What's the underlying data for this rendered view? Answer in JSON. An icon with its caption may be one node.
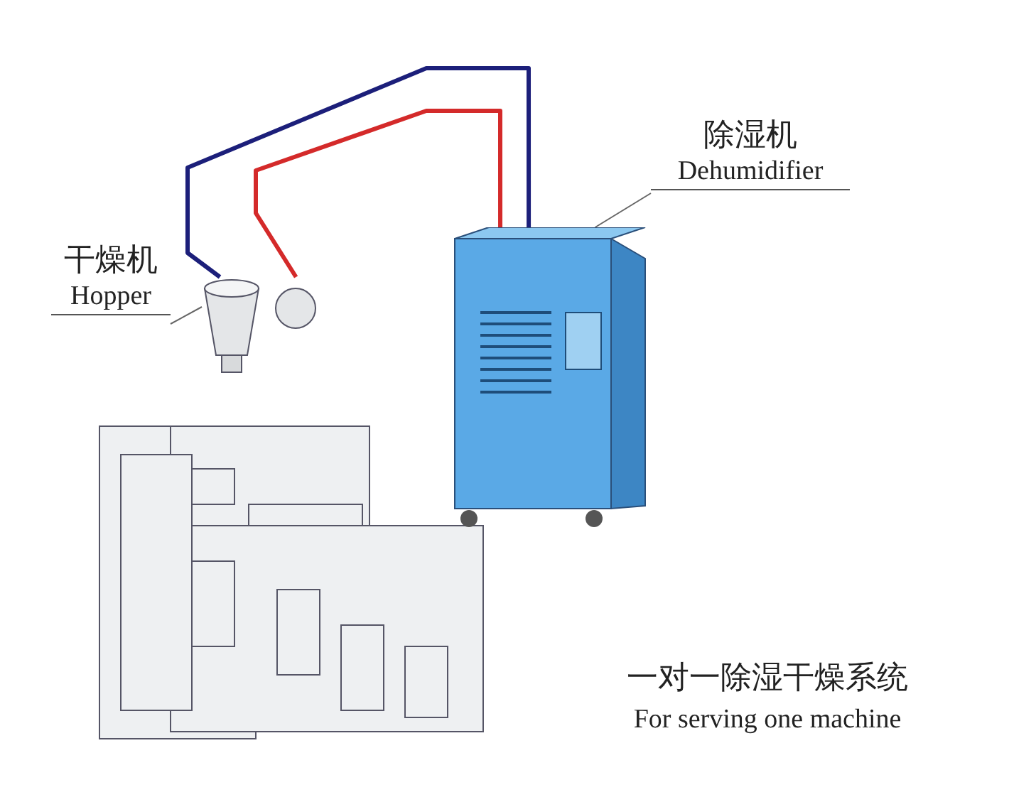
{
  "diagram": {
    "nodes": [
      {
        "text": [
          "除湿机",
          "Dehumidifier"
        ]
      },
      {
        "text": [],
        "shape": "picture"
      },
      {
        "text": [
          "干燥机",
          "Hopper"
        ]
      },
      {
        "text": [],
        "shape": "picture"
      }
    ],
    "edges": [
      {
        "from": 0,
        "to": 1,
        "arrow": "none"
      },
      {
        "from": 2,
        "to": 3,
        "arrow": "none"
      },
      {
        "from": 1,
        "to": 3,
        "arrow": "none",
        "color": "#1c1f7a",
        "style": "thick"
      },
      {
        "from": 1,
        "to": 3,
        "arrow": "none",
        "color": "#d42a2a",
        "style": "thick"
      }
    ],
    "labels": [
      "一对一除湿干燥系统",
      "For serving one machine"
    ]
  }
}
